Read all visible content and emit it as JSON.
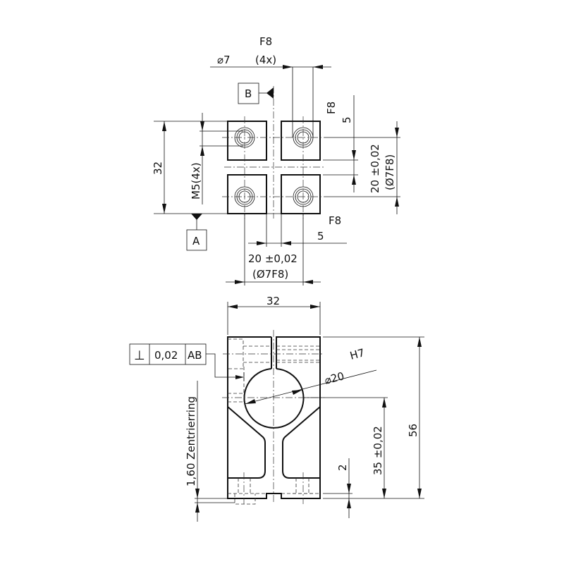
{
  "top_view": {
    "diameter_label": "⌀7",
    "count_label": "(4x)",
    "diameter_tolerance": "F8",
    "datum_b": "B",
    "datum_a": "A",
    "width_dim": "32",
    "thread_label": "M5(4x)",
    "right_fit": "F8",
    "right_gap_dim": "5",
    "right_spacing_dim": "20 ±0,02",
    "right_spacing_sub": "(Ø7F8)",
    "bottom_fit": "F8",
    "bottom_gap_dim": "5",
    "bottom_spacing_dim": "20 ±0,02",
    "bottom_spacing_sub": "(Ø7F8)"
  },
  "front_view": {
    "width_dim": "32",
    "height_dim": "56",
    "center_height_dim": "35 ±0,02",
    "bore_diameter": "⌀20",
    "bore_fit": "H7",
    "recess_depth_dim": "2",
    "centering_ring_label": "1,60 Zentrierring",
    "feature_control_frame": {
      "symbol": "⊥",
      "tolerance": "0,02",
      "datums": "AB"
    }
  }
}
